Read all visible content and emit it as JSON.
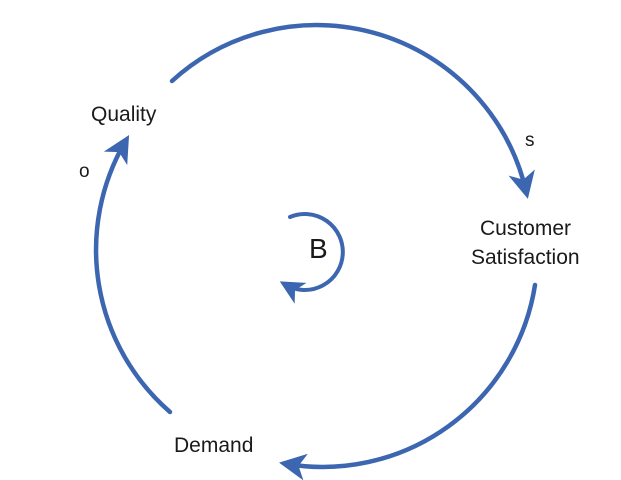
{
  "diagram": {
    "type": "causal-loop",
    "colors": {
      "arrow": "#3d66b0",
      "text": "#1a1a1a"
    },
    "nodes": {
      "quality": "Quality",
      "customer_satisfaction_line1": "Customer",
      "customer_satisfaction_line2": "Satisfaction",
      "demand": "Demand"
    },
    "links": [
      {
        "from": "Quality",
        "to": "Customer Satisfaction",
        "polarity": "s"
      },
      {
        "from": "Customer Satisfaction",
        "to": "Demand",
        "polarity": ""
      },
      {
        "from": "Demand",
        "to": "Quality",
        "polarity": "o"
      }
    ],
    "polarities": {
      "quality_to_satisfaction": "s",
      "demand_to_quality": "o"
    },
    "loop": {
      "label": "B",
      "direction": "clockwise"
    }
  }
}
